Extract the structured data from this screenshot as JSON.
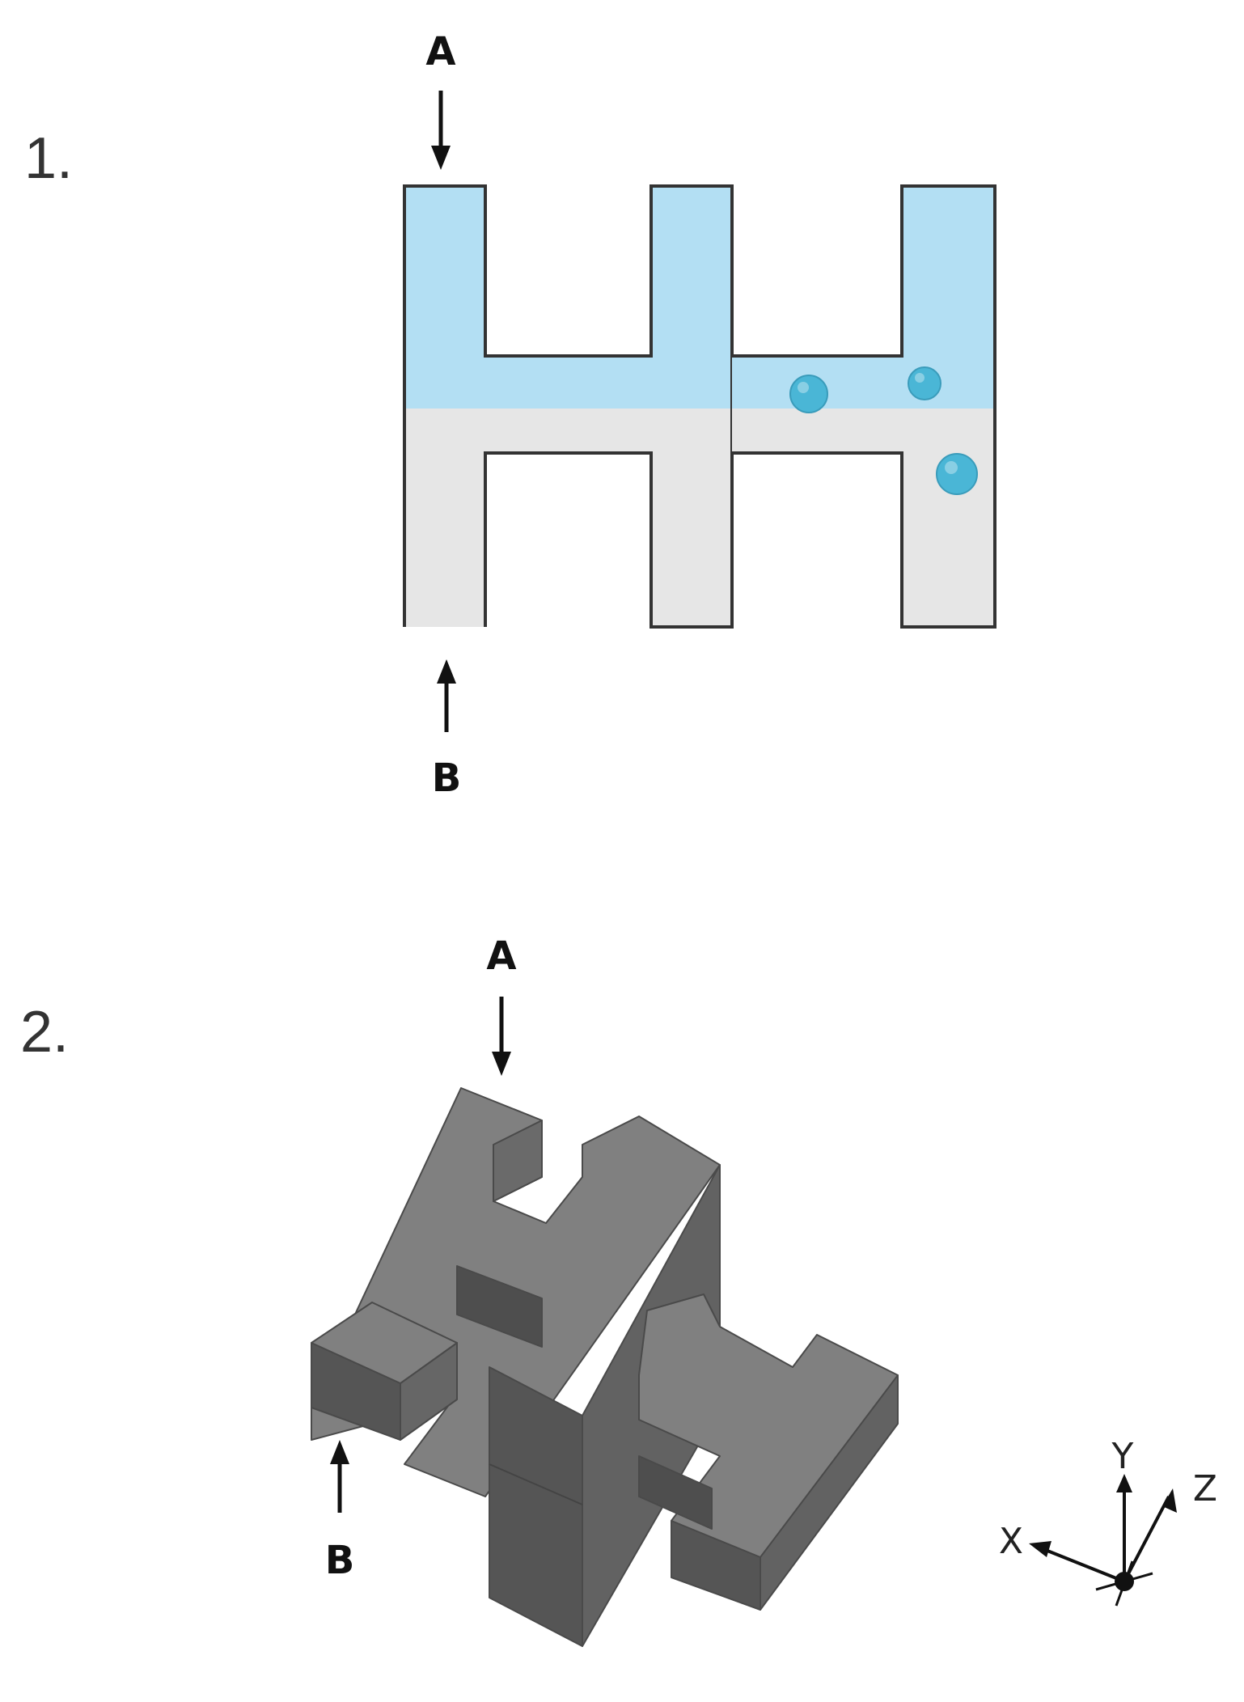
{
  "panel1": {
    "number": "1.",
    "inlet_label": "A",
    "outlet_label": "B"
  },
  "panel2": {
    "number": "2.",
    "inlet_label": "A",
    "outlet_label": "B",
    "axes": {
      "x": "X",
      "y": "Y",
      "z": "Z"
    }
  },
  "colors": {
    "fluid": "#b3dff3",
    "channel": "#e6e6e6",
    "bubble": "#4ab6d6",
    "outline": "#333333",
    "block_top": "#808080",
    "block_side": "#5c5c5c",
    "block_front": "#555555"
  }
}
